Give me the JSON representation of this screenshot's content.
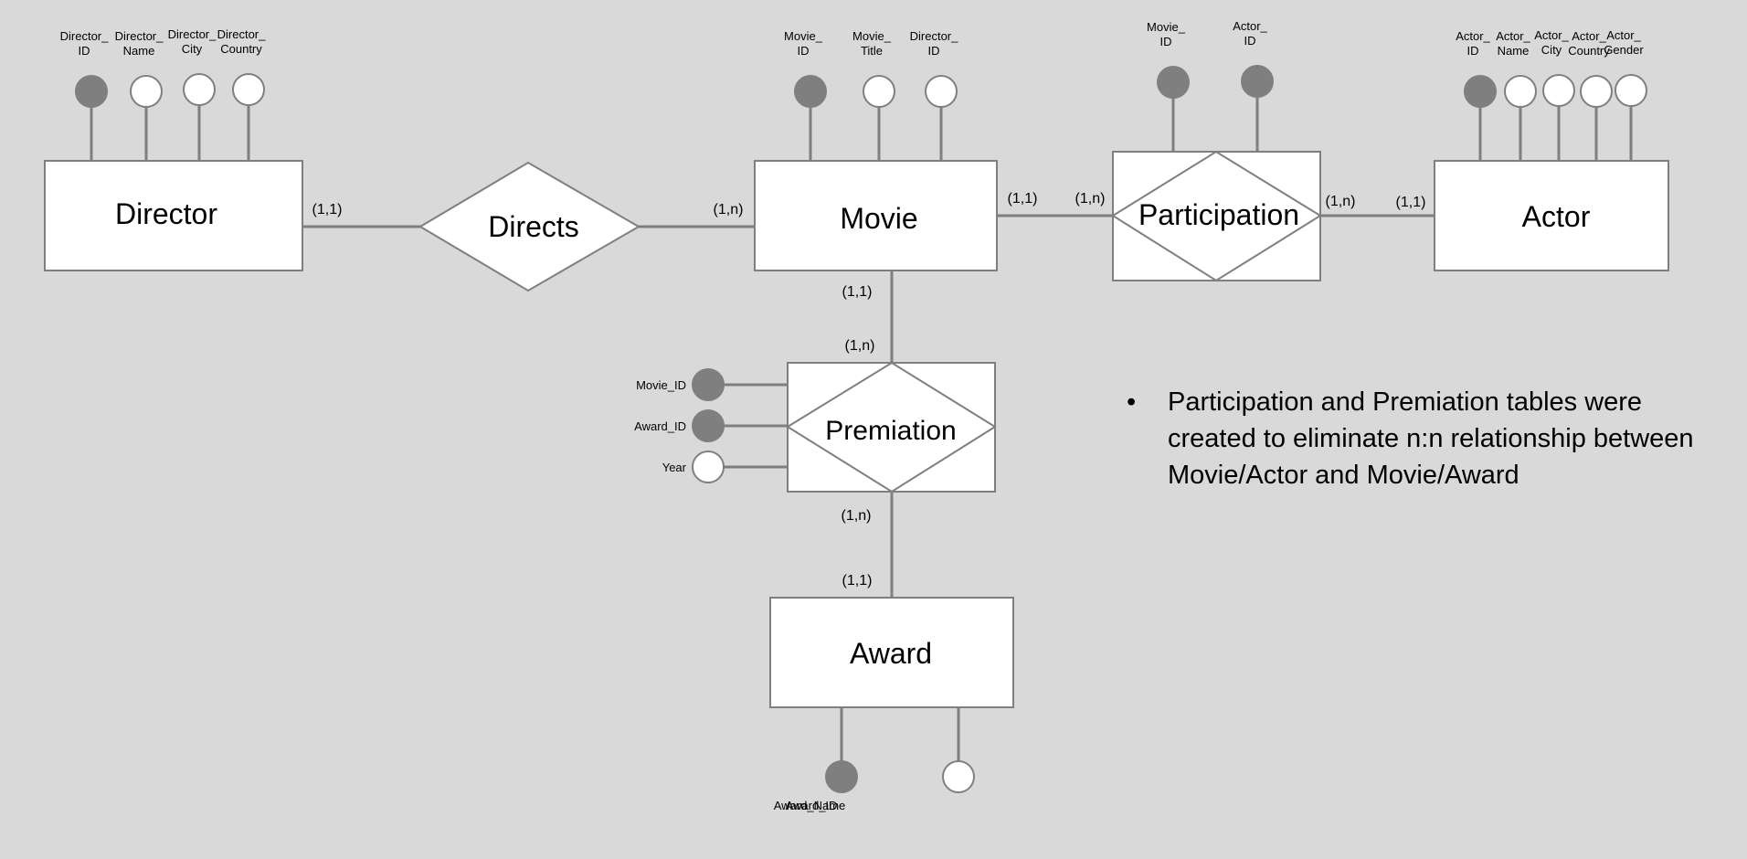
{
  "colors": {
    "background": "#d9d9d9",
    "line": "#7f7f7f",
    "shape_fill": "#ffffff",
    "key_fill": "#7f7f7f"
  },
  "entities": {
    "director": "Director",
    "movie": "Movie",
    "actor": "Actor",
    "award": "Award"
  },
  "relationships": {
    "directs": "Directs",
    "participation": "Participation",
    "premiation": "Premiation"
  },
  "cardinalities": {
    "director_directs": "(1,1)",
    "directs_movie": "(1,n)",
    "movie_participation": "(1,1)",
    "participation_movie_side": "(1,n)",
    "participation_actor_side": "(1,n)",
    "actor_participation": "(1,1)",
    "movie_premiation": "(1,1)",
    "premiation_movie_side": "(1,n)",
    "premiation_award_side": "(1,n)",
    "award_premiation": "(1,1)"
  },
  "attributes": {
    "director": [
      {
        "lines": [
          "Director_",
          "ID"
        ],
        "key": true
      },
      {
        "lines": [
          "Director_",
          "Name"
        ],
        "key": false
      },
      {
        "lines": [
          "Director_",
          "City"
        ],
        "key": false
      },
      {
        "lines": [
          "Director_",
          "Country"
        ],
        "key": false
      }
    ],
    "movie": [
      {
        "lines": [
          "Movie_",
          "ID"
        ],
        "key": true
      },
      {
        "lines": [
          "Movie_",
          "Title"
        ],
        "key": false
      },
      {
        "lines": [
          "Director_",
          "ID"
        ],
        "key": false
      }
    ],
    "participation": [
      {
        "lines": [
          "Movie_",
          "ID"
        ],
        "key": true
      },
      {
        "lines": [
          "Actor_",
          "ID"
        ],
        "key": true
      }
    ],
    "actor": [
      {
        "lines": [
          "Actor_",
          "ID"
        ],
        "key": true
      },
      {
        "lines": [
          "Actor_",
          "Name"
        ],
        "key": false
      },
      {
        "lines": [
          "Actor_",
          "City"
        ],
        "key": false
      },
      {
        "lines": [
          "Actor_",
          "Country"
        ],
        "key": false
      },
      {
        "lines": [
          "Actor_",
          "Gender"
        ],
        "key": false
      }
    ],
    "premiation": [
      {
        "lines": [
          "Movie_ID"
        ],
        "key": true
      },
      {
        "lines": [
          "Award_ID"
        ],
        "key": true
      },
      {
        "lines": [
          "Year"
        ],
        "key": false
      }
    ],
    "award": [
      {
        "lines": [
          "Award_ID"
        ],
        "key": true
      },
      {
        "lines": [
          "Award_Name"
        ],
        "key": false
      }
    ]
  },
  "note": {
    "bullet": "•",
    "text": "Participation and Premiation tables were created to eliminate n:n relationship between Movie/Actor and Movie/Award"
  }
}
